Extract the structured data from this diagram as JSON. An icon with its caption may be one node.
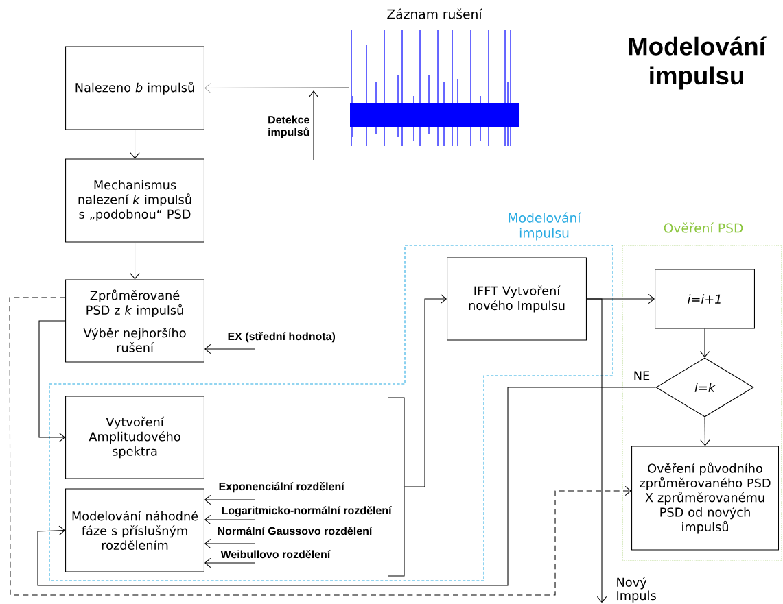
{
  "diagram": {
    "title": "Modelování impulsu",
    "nodes": [
      {
        "text": [
          "Nalezeno *b* impulsů"
        ]
      },
      {
        "text": [
          "Záznam rušení"
        ]
      },
      {
        "text": [
          "Mechanismus nalezení *k* impulsů s „podobnou“ PSD"
        ]
      },
      {
        "text": [
          "Zprůměrované PSD z *k* impulsů",
          "Výběr nejhoršího rušení"
        ]
      },
      {
        "text": [
          "EX (střední hodnota)"
        ]
      },
      {
        "text": [
          "Modelování impulsu"
        ]
      },
      {
        "text": [
          "Vytvoření Amplitudového spektra"
        ],
        "in": 5
      },
      {
        "text": [
          "Modelování náhodné fáze s příslušným rozdělením"
        ],
        "in": 5
      },
      {
        "text": [
          "Exponenciální rozdělení"
        ],
        "in": 5
      },
      {
        "text": [
          "Logaritmicko-normální rozdělení"
        ],
        "in": 5
      },
      {
        "text": [
          "Normální Gaussovo rozdělení"
        ],
        "in": 5
      },
      {
        "text": [
          "Weibullovo rozdělení"
        ],
        "in": 5
      },
      {
        "text": [
          "IFFT Vytvoření nového Impulsu"
        ],
        "in": 5
      },
      {
        "text": [
          "Ověření PSD"
        ]
      },
      {
        "text": [
          "i=i+1"
        ],
        "in": 13
      },
      {
        "text": [
          "i=k"
        ],
        "in": 13
      },
      {
        "text": [
          "Ověření původního zprůměrovaného PSD X zprůměrovanému PSD od nových impulsů"
        ],
        "in": 13
      },
      {
        "text": [
          "Nový Impuls"
        ]
      },
      {
        "text": [],
        "shape": "bracket",
        "in": 5
      }
    ],
    "edges": [
      {
        "from": 1,
        "to": 0,
        "arrow": "to",
        "color": "#808080"
      },
      {
        "from": 0,
        "to": 2,
        "arrow": "to"
      },
      {
        "from": 2,
        "to": 3,
        "arrow": "to"
      },
      {
        "from": 4,
        "to": 3,
        "arrow": "to"
      },
      {
        "from": 3,
        "to": 6,
        "arrow": "to"
      },
      {
        "from": 8,
        "to": 7,
        "arrow": "to"
      },
      {
        "from": 9,
        "to": 7,
        "arrow": "to"
      },
      {
        "from": 10,
        "to": 7,
        "arrow": "to"
      },
      {
        "from": 11,
        "to": 7,
        "arrow": "to"
      },
      {
        "from": 18,
        "to": 12,
        "arrow": "to"
      },
      {
        "from": 12,
        "to": 14,
        "arrow": "to"
      },
      {
        "from": 14,
        "to": 15,
        "arrow": "to"
      },
      {
        "from": 15,
        "to": 16,
        "arrow": "to"
      },
      {
        "from": 15,
        "to": 7,
        "arrow": "to",
        "label": "NE"
      },
      {
        "from": 3,
        "to": 16,
        "arrow": "to",
        "style": "dashed"
      },
      {
        "from": 12,
        "to": 17,
        "arrow": "to"
      }
    ],
    "labels": [
      "Detekce impulsů"
    ]
  }
}
